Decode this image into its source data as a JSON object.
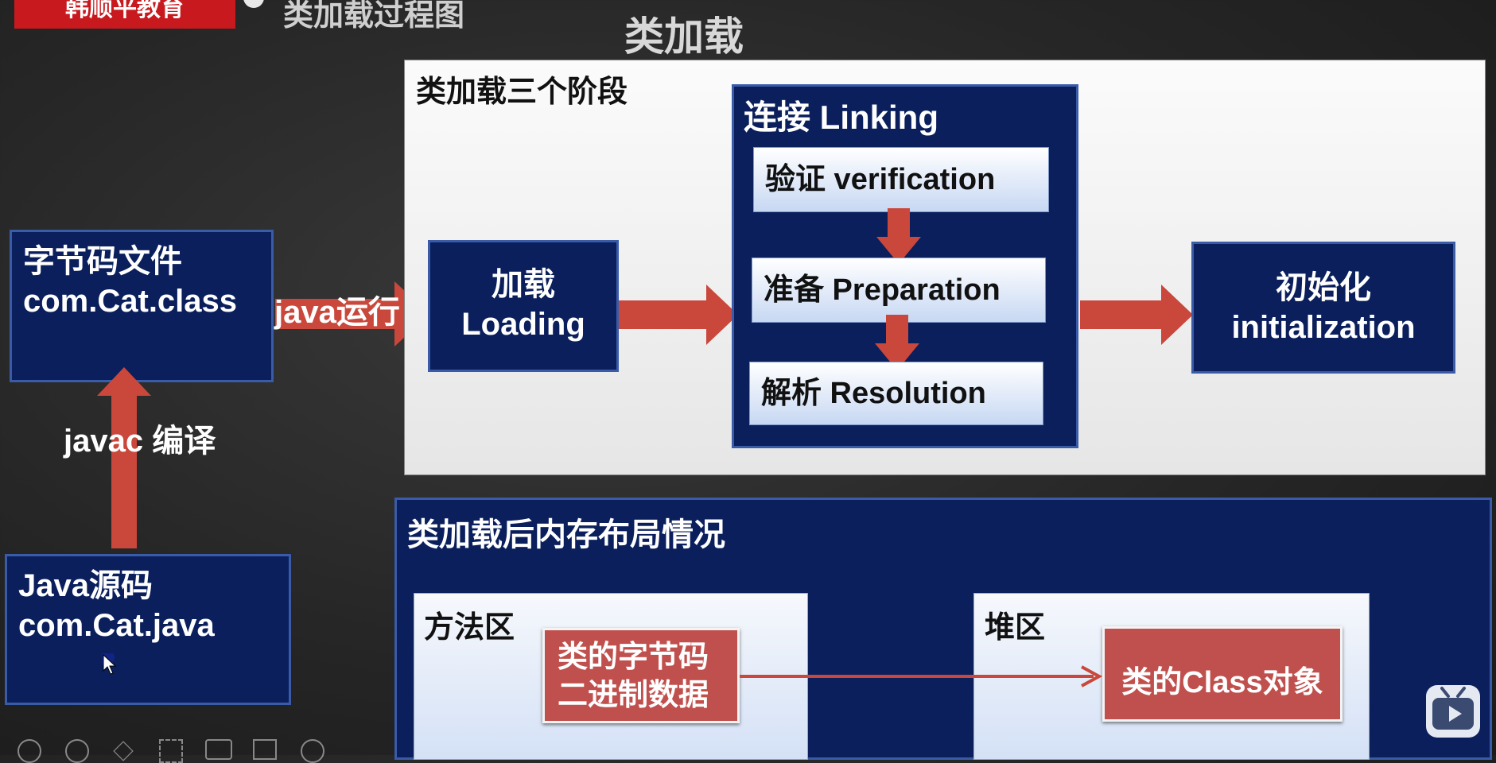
{
  "header": {
    "brand": "韩顺平教育",
    "slide_title": "类加载过程图",
    "main_title": "类加载"
  },
  "left": {
    "bytecode_title": "字节码文件",
    "bytecode_file": "com.Cat.class",
    "source_title": "Java源码",
    "source_file": "com.Cat.java",
    "compile_label": "javac 编译",
    "run_label": "java运行"
  },
  "stages": {
    "panel_title": "类加载三个阶段",
    "loading_cn": "加载",
    "loading_en": "Loading",
    "linking_title": "连接 Linking",
    "verification": "验证 verification",
    "preparation": "准备 Preparation",
    "resolution": "解析 Resolution",
    "init_cn": "初始化",
    "init_en": "initialization"
  },
  "memory": {
    "panel_title": "类加载后内存布局情况",
    "method_area": "方法区",
    "bytecode_line1": "类的字节码",
    "bytecode_line2": "二进制数据",
    "heap": "堆区",
    "class_object": "类的Class对象"
  },
  "icons": [
    "toolbar-prev-icon",
    "toolbar-next-icon",
    "toolbar-pen-icon",
    "toolbar-zoom-icon",
    "toolbar-screen-icon",
    "toolbar-slide-icon",
    "toolbar-more-icon",
    "bilibili-tv-icon"
  ],
  "colors": {
    "navy": "#0a1f5c",
    "arrow": "#c9473b",
    "brand_red": "#c8191e"
  }
}
